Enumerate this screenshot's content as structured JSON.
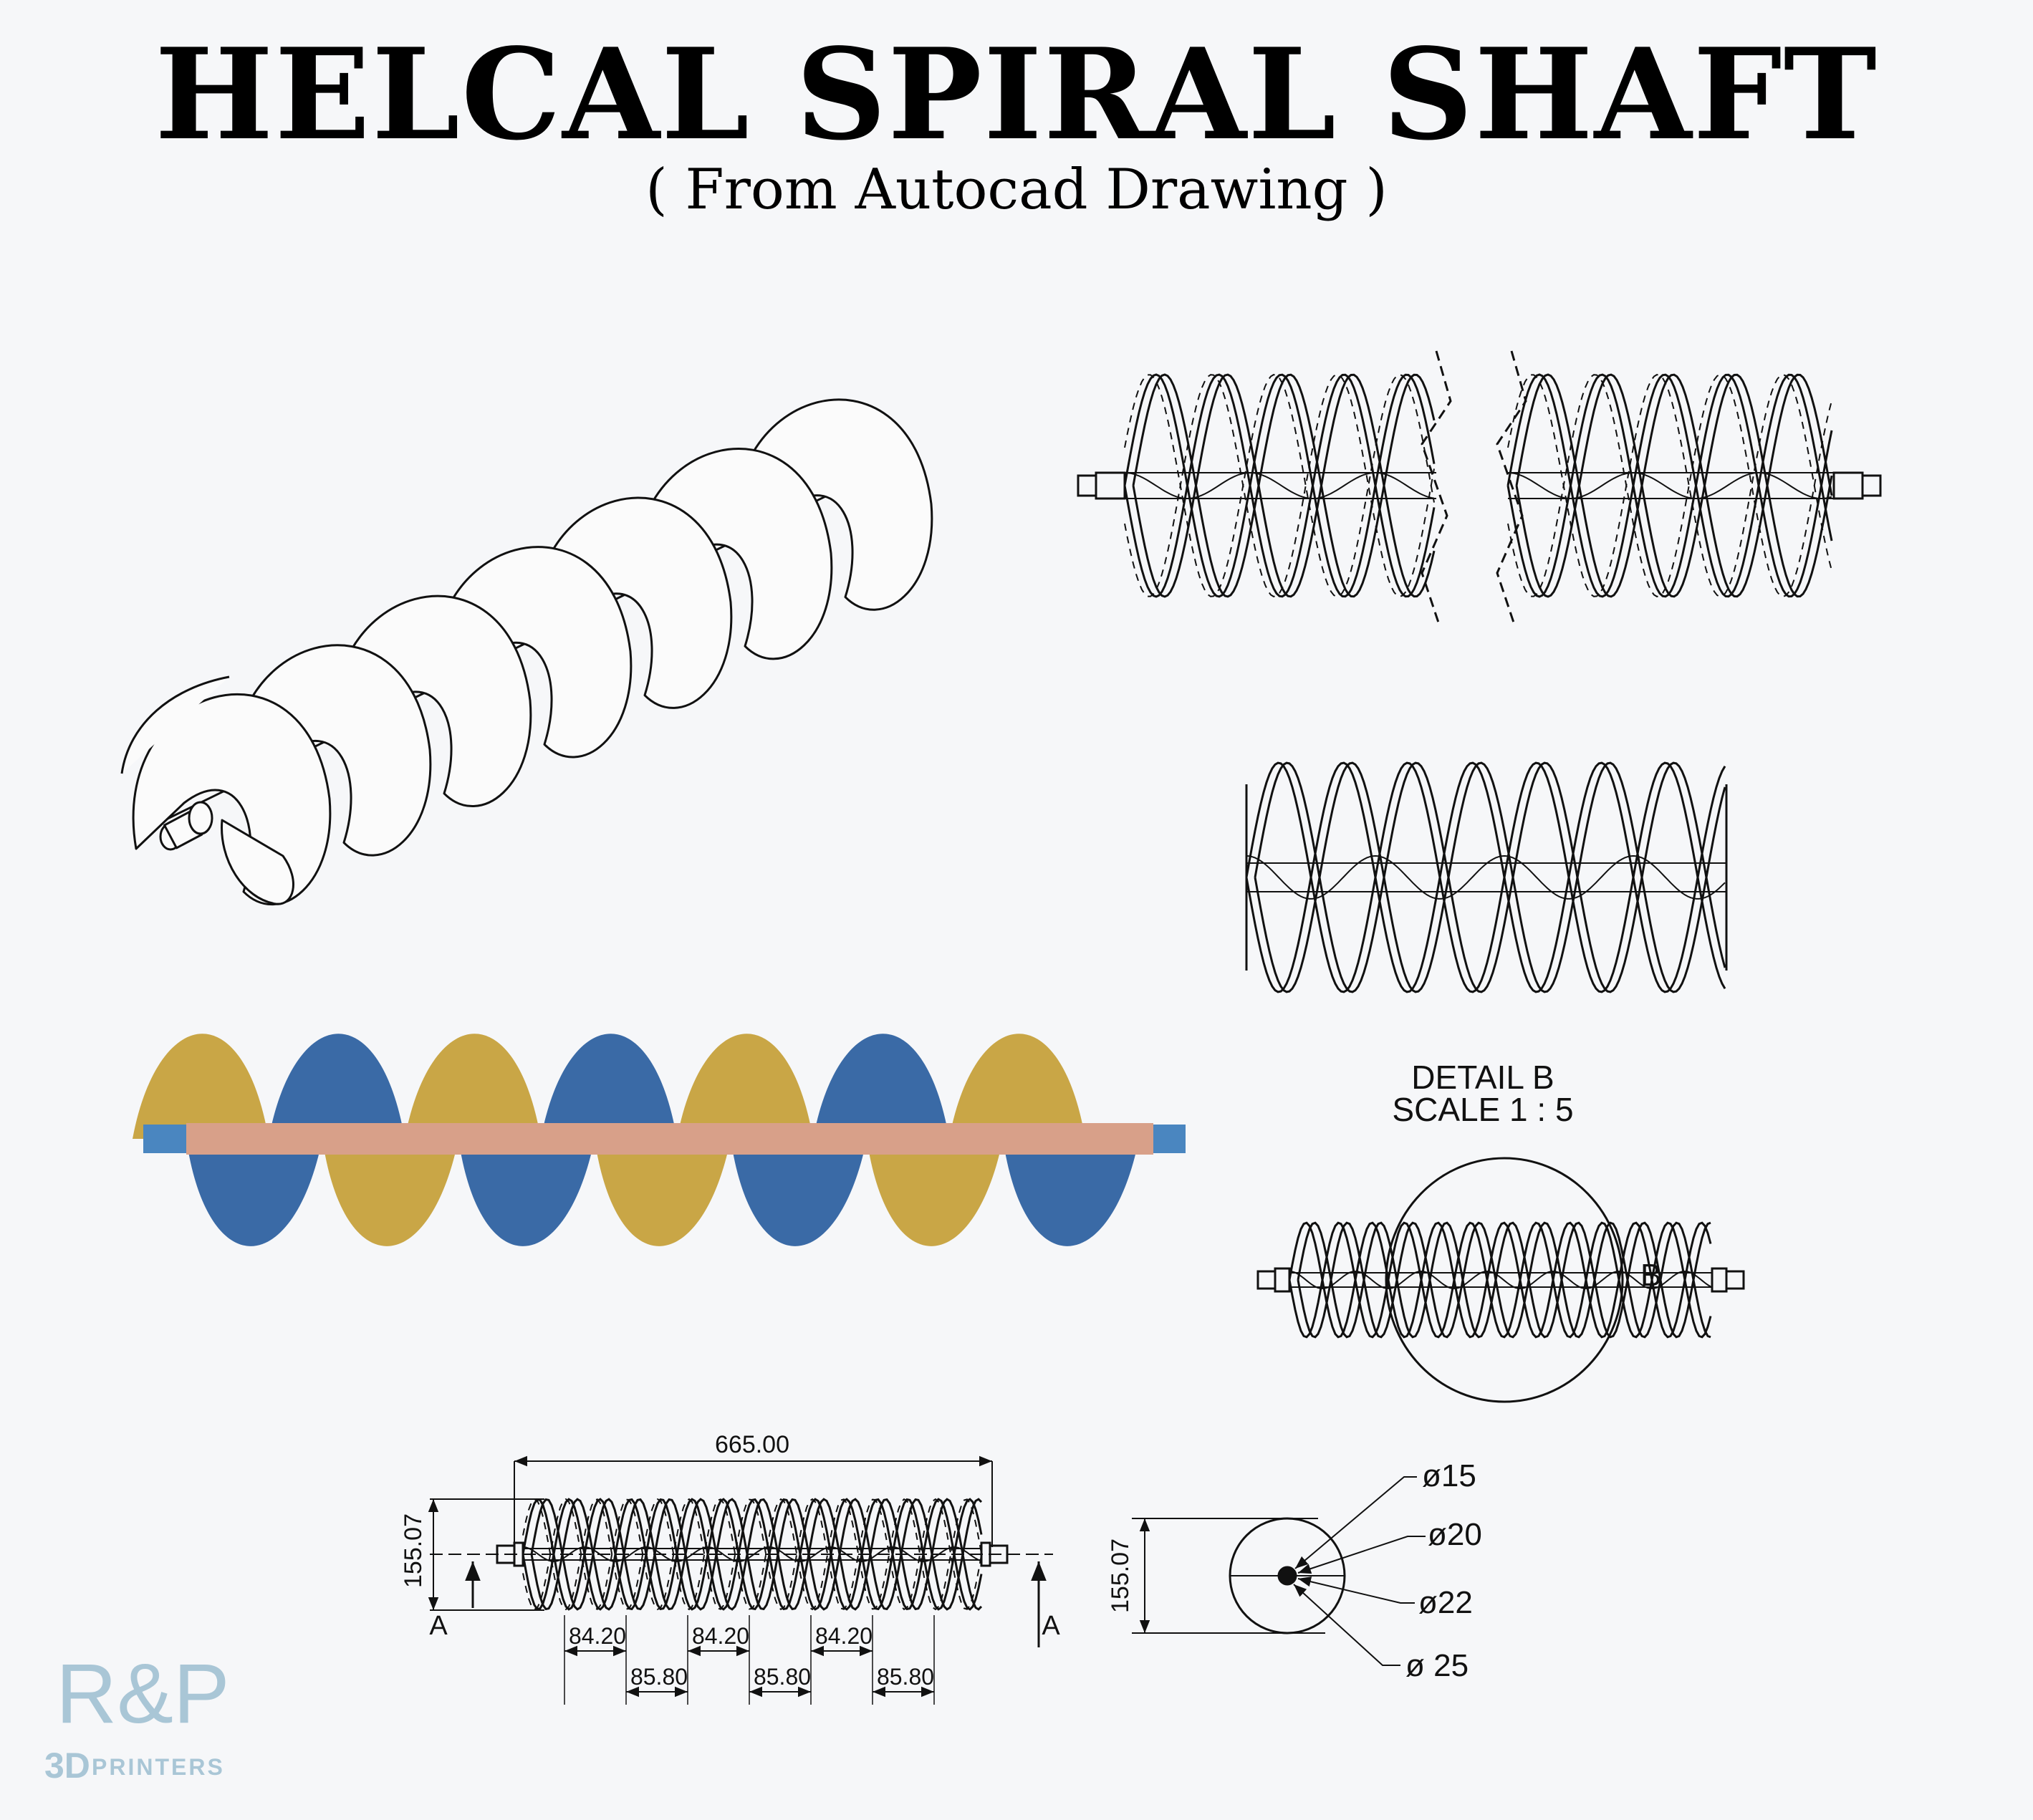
{
  "header": {
    "title": "HELCAL SPIRAL SHAFT",
    "subtitle": "( From Autocad Drawing )"
  },
  "detail": {
    "line1": "DETAIL B",
    "line2": "SCALE 1 : 5",
    "marker": "B"
  },
  "dimensions": {
    "overall_length": "665.00",
    "height_front": "155.07",
    "height_section": "155.07",
    "section_left": "A",
    "section_right": "A",
    "pitch_a": [
      "84.20",
      "84.20",
      "84.20"
    ],
    "pitch_b": [
      "85.80",
      "85.80",
      "85.80"
    ],
    "diameters": [
      "ø15",
      "ø20",
      "ø22",
      "ø 25"
    ]
  },
  "colors": {
    "line": "#111111",
    "flight_gold": "#c9a646",
    "flight_blue": "#3a6aa6",
    "shaft_copper": "#d8a089",
    "shaft_end": "#4a86c0",
    "logo": "#a9c6d6"
  },
  "logo": {
    "mark": "R&P",
    "prefix": "3D",
    "word": "PRINTERS"
  }
}
